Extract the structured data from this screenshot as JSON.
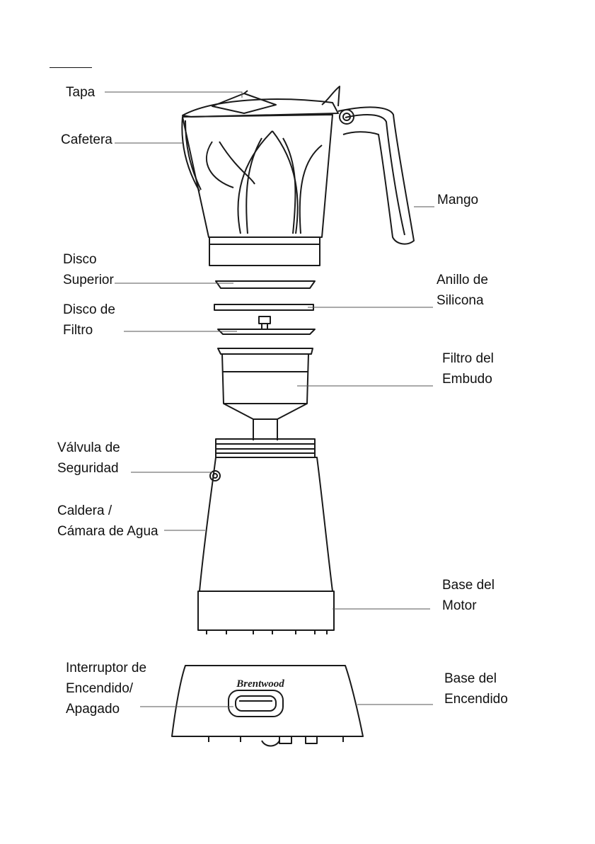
{
  "labels": {
    "tapa": "Tapa",
    "cafetera": "Cafetera",
    "mango": "Mango",
    "disco_superior": "Disco\nSuperior",
    "anillo_silicona": "Anillo de\nSilicona",
    "disco_filtro": "Disco de\nFiltro",
    "filtro_embudo": "Filtro del\nEmbudo",
    "valvula": "Válvula de\nSeguridad",
    "caldera": "Caldera /\nCámara de Agua",
    "base_motor": "Base del\nMotor",
    "interruptor": "Interruptor de\nEncendido/\nApagado",
    "base_encendido": "Base del\nEncendido"
  },
  "brand": "Brentwood",
  "colors": {
    "line": "#1a1a1a",
    "leader": "#555555"
  }
}
